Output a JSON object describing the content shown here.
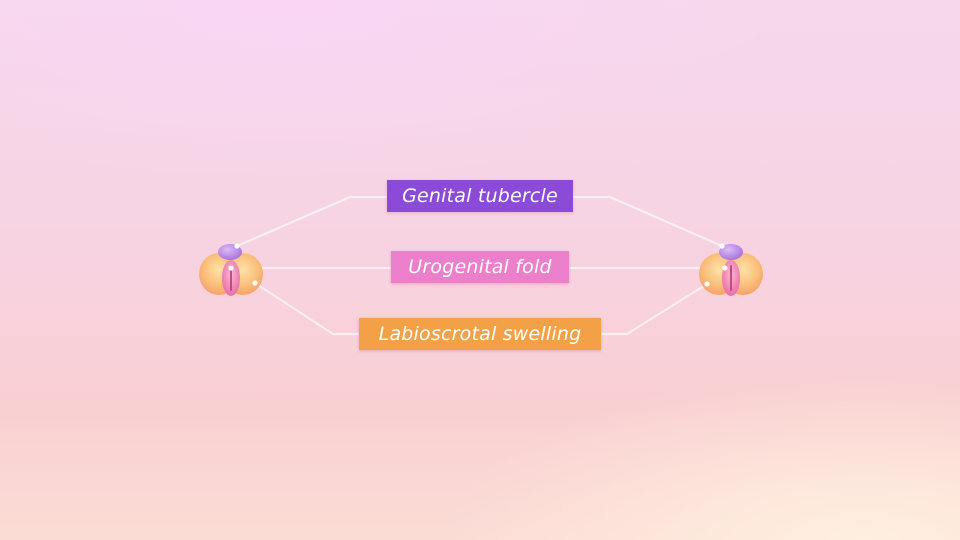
{
  "labels": {
    "tubercle": {
      "text": "Genital tubercle",
      "color": "#8c4ad8"
    },
    "fold": {
      "text": "Urogenital fold",
      "color": "#ec7fcb"
    },
    "swelling": {
      "text": "Labioscrotal swelling",
      "color": "#f3a147"
    }
  },
  "colors": {
    "connector_line": "#fbeff2",
    "tubercle_structure": "#b98ae6",
    "fold_structure": "#f08cbc",
    "swelling_structure": "#fbc07c"
  }
}
